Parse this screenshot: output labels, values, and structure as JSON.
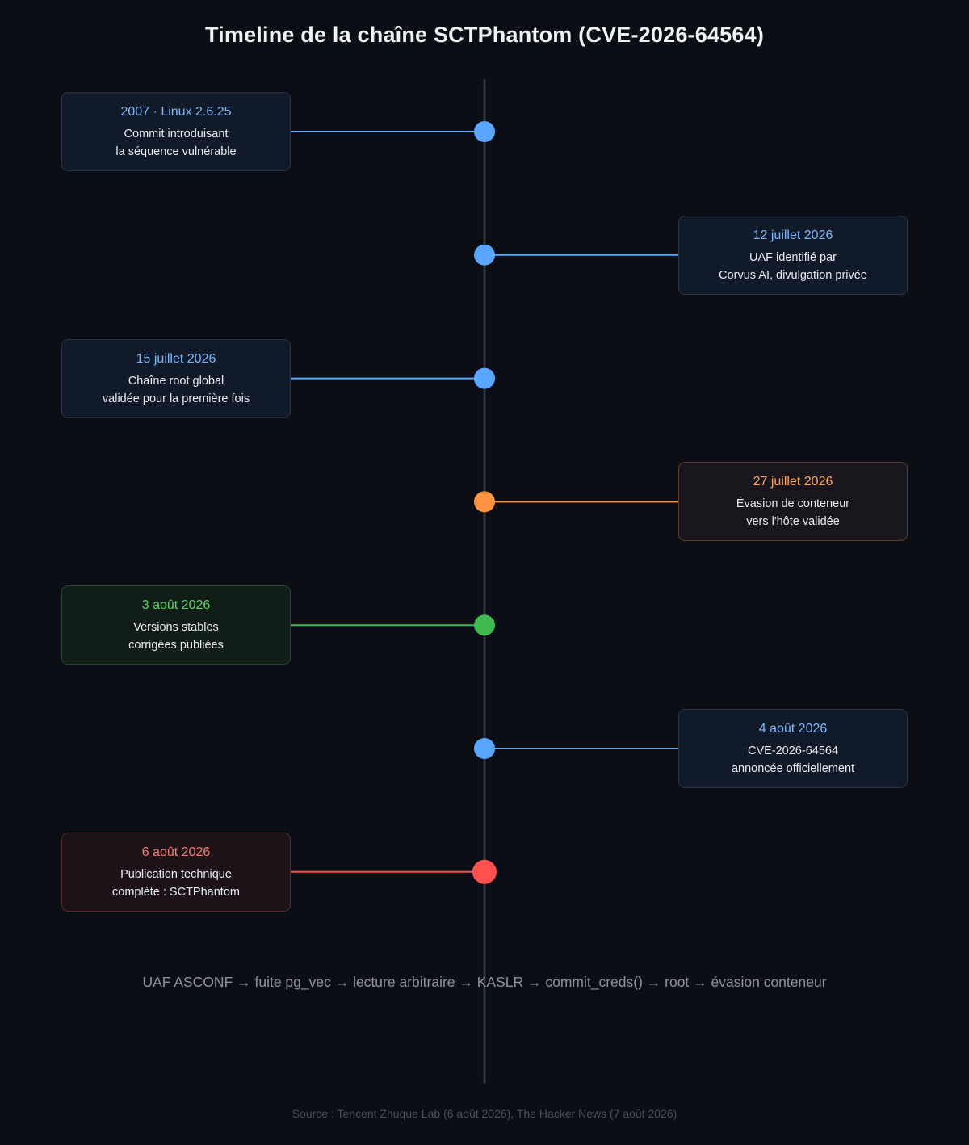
{
  "title": "Timeline de la chaîne SCTPhantom (CVE-2026-64564)",
  "colors": {
    "blue": "#58a6ff",
    "orange": "#ff9340",
    "green": "#3fb950",
    "red": "#ff4f4f",
    "axis": "#30363d"
  },
  "events": [
    {
      "date": "2007 · Linux 2.6.25",
      "line1": "Commit introduisant",
      "line2": "la séquence vulnérable",
      "side": "left",
      "tone": "blue"
    },
    {
      "date": "12 juillet 2026",
      "line1": "UAF identifié par",
      "line2": "Corvus AI, divulgation privée",
      "side": "right",
      "tone": "blue"
    },
    {
      "date": "15 juillet 2026",
      "line1": "Chaîne root global",
      "line2": "validée pour la première fois",
      "side": "left",
      "tone": "blue"
    },
    {
      "date": "27 juillet 2026",
      "line1": "Évasion de conteneur",
      "line2": "vers l'hôte validée",
      "side": "right",
      "tone": "orange"
    },
    {
      "date": "3 août 2026",
      "line1": "Versions stables",
      "line2": "corrigées publiées",
      "side": "left",
      "tone": "green"
    },
    {
      "date": "4 août 2026",
      "line1": "CVE-2026-64564",
      "line2": "annoncée officiellement",
      "side": "right",
      "tone": "blue"
    },
    {
      "date": "6 août 2026",
      "line1": "Publication technique",
      "line2": "complète : SCTPhantom",
      "side": "left",
      "tone": "red"
    }
  ],
  "chain": "UAF ASCONF → fuite pg_vec → lecture arbitraire → KASLR → commit_creds() → root → évasion conteneur",
  "source": "Source : Tencent Zhuque Lab (6 août 2026), The Hacker News (7 août 2026)"
}
